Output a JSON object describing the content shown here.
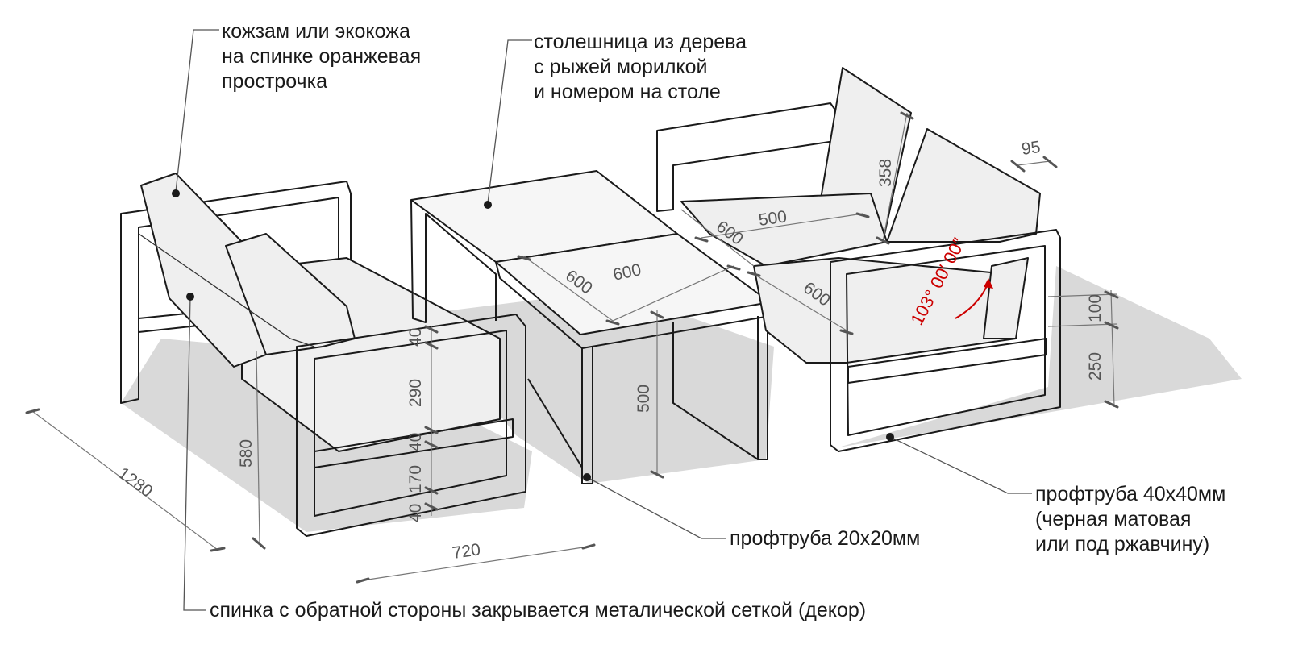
{
  "notes": {
    "upholstery": [
      "кожзам или экокожа",
      "на спинке оранжевая",
      "прострочка"
    ],
    "tabletop": [
      "столешница из дерева",
      "с рыжей морилкой",
      "и номером на столе"
    ],
    "table_tube": "профтруба 20х20мм",
    "frame_tube": [
      "профтруба 40х40мм",
      "(черная матовая",
      "или под ржавчину)"
    ],
    "back_mesh": "спинка с обратной стороны закрывается металической сеткой (декор)"
  },
  "dimensions": {
    "d1280": "1280",
    "d580": "580",
    "d720": "720",
    "d40a": "40",
    "d290": "290",
    "d40b": "40",
    "d170": "170",
    "d40c": "40",
    "d500h": "500",
    "d600t1": "600",
    "d600t2": "600",
    "d500s": "500",
    "d600s1": "600",
    "d600s2": "600",
    "d358": "358",
    "d95": "95",
    "d100": "100",
    "d250": "250"
  },
  "angle_label": "103° 00′ 00″"
}
